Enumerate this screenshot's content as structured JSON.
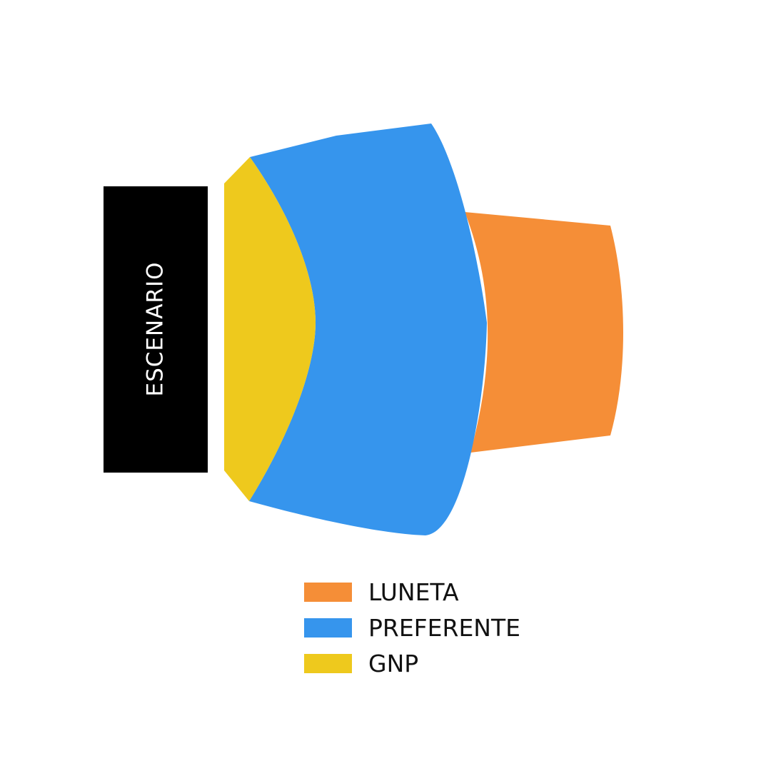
{
  "stage": {
    "label": "ESCENARIO",
    "color": "#000000"
  },
  "sections": [
    {
      "id": "luneta",
      "name": "LUNETA",
      "color": "#f58e37"
    },
    {
      "id": "preferente",
      "name": "PREFERENTE",
      "color": "#3695ed"
    },
    {
      "id": "gnp",
      "name": "GNP",
      "color": "#eec91d"
    }
  ],
  "legend": {
    "items": [
      {
        "label": "LUNETA",
        "color": "#f58e37"
      },
      {
        "label": "PREFERENTE",
        "color": "#3695ed"
      },
      {
        "label": "GNP",
        "color": "#eec91d"
      }
    ]
  }
}
